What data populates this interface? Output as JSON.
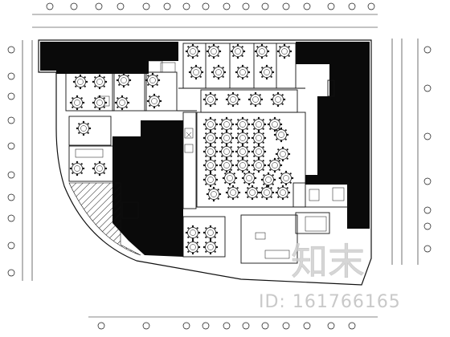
{
  "drawing": {
    "watermark_logo_text": "知末",
    "watermark_id": "ID: 161766165",
    "colors": {
      "line": "#111111",
      "fill_dark": "#0a0a0a",
      "background": "#ffffff",
      "watermark": "#c9c9c9"
    },
    "icons": {
      "round_table": "round-table-icon",
      "dimension_bubble": "axis-bubble-icon",
      "hatch": "hatch-pattern"
    }
  }
}
